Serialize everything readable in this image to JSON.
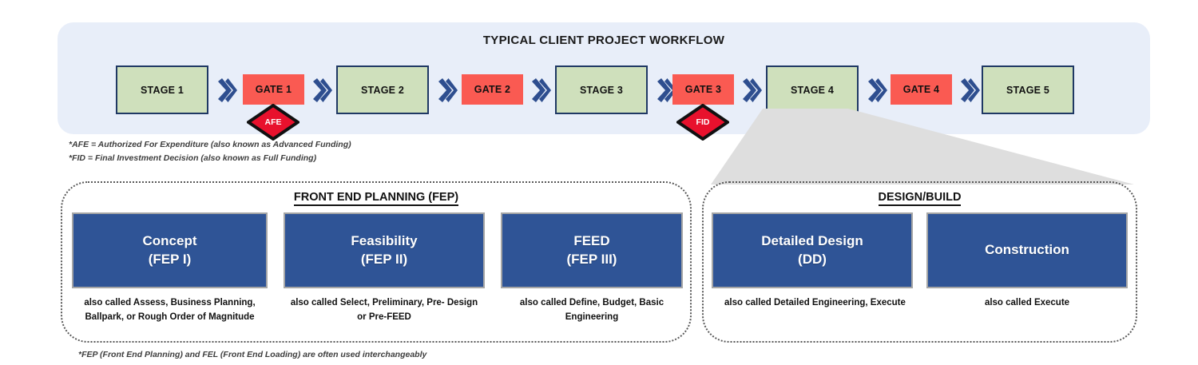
{
  "workflow": {
    "title": "TYPICAL CLIENT PROJECT WORKFLOW",
    "panel_color": "#e8eef9",
    "stage_fill": "#cfe0bc",
    "stage_border": "#1f3864",
    "gate_fill": "#fa5a52",
    "chevron_color": "#2e4e8f",
    "diamond_fill": "#e8112d",
    "steps": [
      {
        "type": "stage",
        "label": "STAGE 1"
      },
      {
        "type": "chevron",
        "label": "chevron-right"
      },
      {
        "type": "gate",
        "label": "GATE 1",
        "marker": "AFE"
      },
      {
        "type": "chevron",
        "label": "chevron-right"
      },
      {
        "type": "stage",
        "label": "STAGE 2"
      },
      {
        "type": "chevron",
        "label": "chevron-right"
      },
      {
        "type": "gate",
        "label": "GATE 2"
      },
      {
        "type": "chevron",
        "label": "chevron-right"
      },
      {
        "type": "stage",
        "label": "STAGE 3"
      },
      {
        "type": "chevron",
        "label": "chevron-right"
      },
      {
        "type": "gate",
        "label": "GATE 3",
        "marker": "FID"
      },
      {
        "type": "chevron",
        "label": "chevron-right"
      },
      {
        "type": "stage",
        "label": "STAGE 4"
      },
      {
        "type": "chevron",
        "label": "chevron-right"
      },
      {
        "type": "gate",
        "label": "GATE 4"
      },
      {
        "type": "chevron",
        "label": "chevron-right"
      },
      {
        "type": "stage",
        "label": "STAGE 5"
      }
    ],
    "markers": {
      "afe": "AFE",
      "fid": "FID"
    }
  },
  "footnotes": {
    "afe": "*AFE = Authorized For Expenditure (also known as Advanced Funding)",
    "fid": "*FID = Final Investment Decision (also known as Full Funding)",
    "fep": "*FEP (Front End Planning) and FEL (Front End Loading) are often used interchangeably"
  },
  "groups": [
    {
      "id": "fep",
      "title": "FRONT END PLANNING (FEP)",
      "phases": [
        {
          "name": "Concept",
          "code": "(FEP I)",
          "alias": "also called Assess, Business Planning, Ballpark, or Rough Order of Magnitude"
        },
        {
          "name": "Feasibility",
          "code": "(FEP II)",
          "alias": "also called Select, Preliminary, Pre- Design or Pre-FEED"
        },
        {
          "name": "FEED",
          "code": "(FEP III)",
          "alias": "also called Define, Budget, Basic Engineering"
        }
      ]
    },
    {
      "id": "designbuild",
      "title": "DESIGN/BUILD",
      "phases": [
        {
          "name": "Detailed Design",
          "code": "(DD)",
          "alias": "also called Detailed Engineering, Execute"
        },
        {
          "name": "Construction",
          "code": "",
          "alias": "also called Execute"
        }
      ]
    }
  ],
  "colors": {
    "phase_fill": "#2f5496",
    "phase_border": "#a6a6a6",
    "group_border": "#595959",
    "connector_fill": "#dedede"
  }
}
